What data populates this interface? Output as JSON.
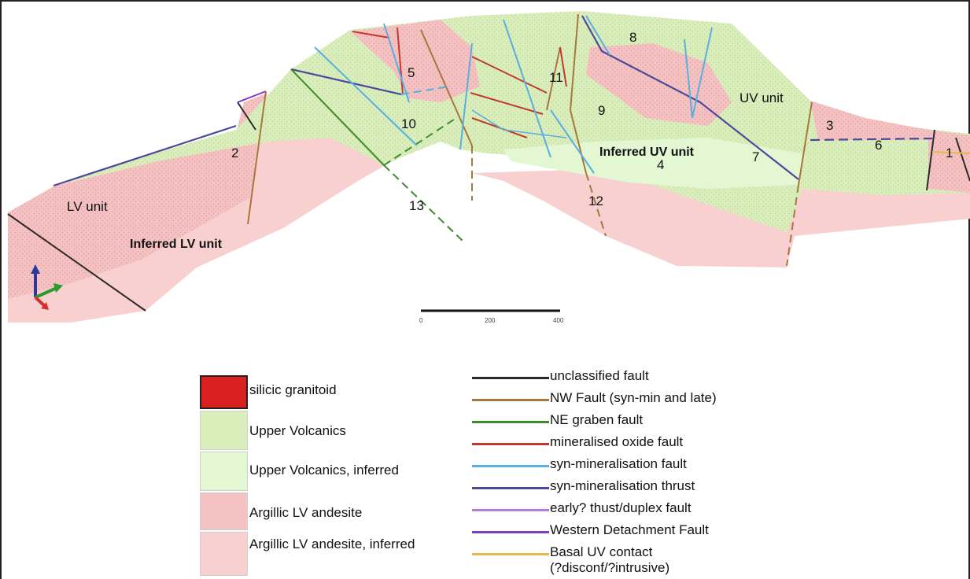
{
  "section_labels": {
    "lv_unit": "LV unit",
    "uv_unit": "UV unit",
    "inferred_lv_unit": "Inferred LV unit",
    "inferred_uv_unit": "Inferred UV unit"
  },
  "fault_numbers": [
    "1",
    "2",
    "3",
    "4",
    "5",
    "6",
    "7",
    "8",
    "9",
    "10",
    "11",
    "12",
    "13"
  ],
  "scale_bar": {
    "ticks": [
      "0",
      "200",
      "400"
    ]
  },
  "colors": {
    "silicic_granitoid": "#d92020",
    "upper_volcanics": "#d9eebb",
    "upper_volcanics_inferred": "#e2f7d2",
    "argillic_lv": "#f4c2c2",
    "argillic_lv_inferred": "#f9d0d0",
    "unclassified_fault": "#2a2a2a",
    "nw_fault": "#a8763e",
    "ne_graben_fault": "#3b8c2a",
    "mineralised_oxide_fault": "#c0392b",
    "syn_mineralisation_fault": "#5aaee0",
    "syn_mineralisation_thrust": "#4b4a9a",
    "early_thrust": "#b57be0",
    "western_detachment": "#7b3fc4",
    "basal_uv_contact": "#e8b64a"
  },
  "legend": {
    "units": [
      {
        "label": "silicic granitoid",
        "color": "#d92020"
      },
      {
        "label": "Upper Volcanics",
        "color": "#d9eebb"
      },
      {
        "label": "Upper Volcanics, inferred",
        "color": "#e2f7d2"
      },
      {
        "label": "Argillic LV andesite",
        "color": "#f4c2c2"
      },
      {
        "label": "Argillic LV andesite, inferred",
        "color": "#f9d0d0"
      }
    ],
    "lines": [
      {
        "label": "unclassified fault",
        "color": "#2a2a2a"
      },
      {
        "label": "NW Fault (syn-min and late)",
        "color": "#a8763e"
      },
      {
        "label": "NE graben fault",
        "color": "#3b8c2a"
      },
      {
        "label": "mineralised oxide fault",
        "color": "#c0392b"
      },
      {
        "label": "syn-mineralisation fault",
        "color": "#5aaee0"
      },
      {
        "label": "syn-mineralisation thrust",
        "color": "#4b4a9a"
      },
      {
        "label": "early? thust/duplex fault",
        "color": "#b57be0"
      },
      {
        "label": "Western Detachment Fault",
        "color": "#7b3fc4"
      },
      {
        "label": "Basal UV contact",
        "label2": "(?disconf/?intrusive)",
        "color": "#e8b64a"
      }
    ]
  }
}
